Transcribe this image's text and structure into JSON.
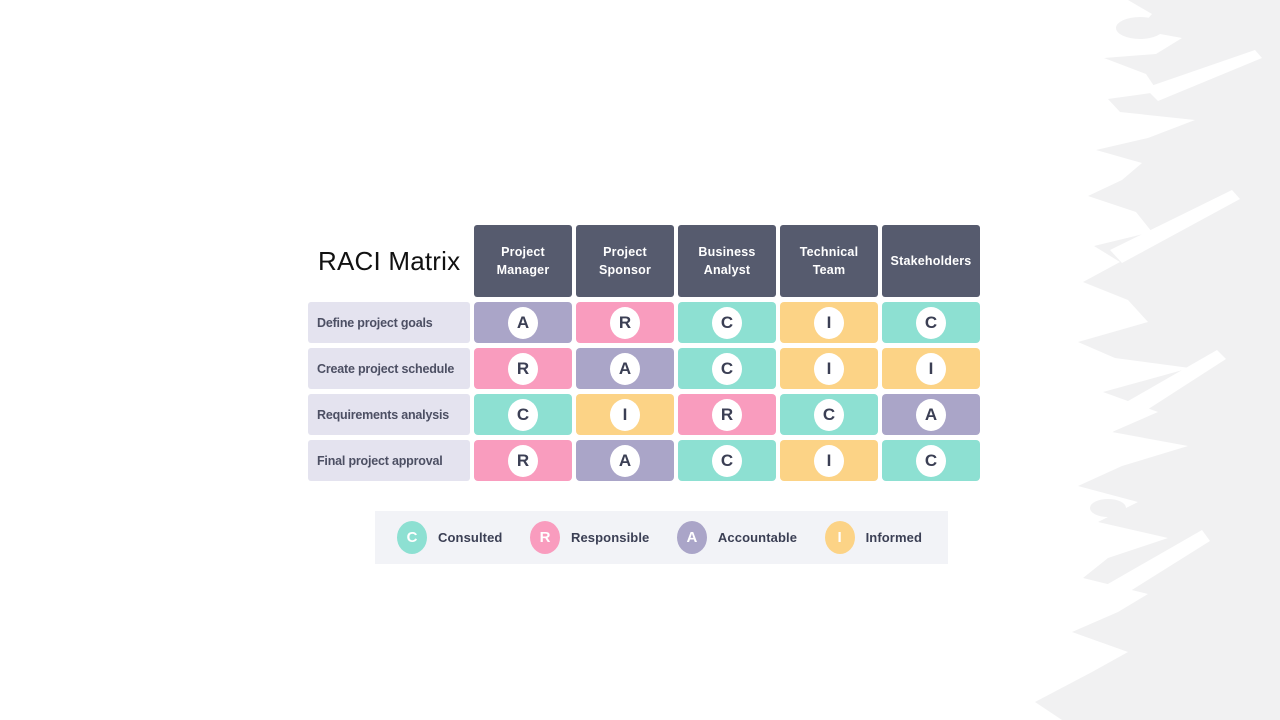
{
  "title": "RACI Matrix",
  "matrix": {
    "columns": [
      "Project Manager",
      "Project Sponsor",
      "Business Analyst",
      "Technical Team",
      "Stakeholders"
    ],
    "rows": [
      {
        "label": "Define project goals",
        "cells": [
          "A",
          "R",
          "C",
          "I",
          "C"
        ]
      },
      {
        "label": "Create project schedule",
        "cells": [
          "R",
          "A",
          "C",
          "I",
          "I"
        ]
      },
      {
        "label": "Requirements analysis",
        "cells": [
          "C",
          "I",
          "R",
          "C",
          "A"
        ]
      },
      {
        "label": "Final project approval",
        "cells": [
          "R",
          "A",
          "C",
          "I",
          "C"
        ]
      }
    ]
  },
  "legend": {
    "items": [
      {
        "letter": "C",
        "label": "Consulted"
      },
      {
        "letter": "R",
        "label": "Responsible"
      },
      {
        "letter": "A",
        "label": "Accountable"
      },
      {
        "letter": "I",
        "label": "Informed"
      }
    ]
  },
  "colors": {
    "C": "#8de0d2",
    "R": "#f99cbe",
    "A": "#aaa5c8",
    "I": "#fcd386",
    "header_bg": "#565b6e",
    "header_text": "#ffffff",
    "row_label_bg": "#e4e3ef",
    "row_label_text": "#4c4f63",
    "cell_letter": "#3b3f54",
    "circle_bg": "#ffffff",
    "legend_bg": "#f2f3f7",
    "legend_text": "#3b3f54",
    "legend_letter": "#ffffff",
    "background": "#ffffff",
    "brush": "#f1f1f2",
    "title_text": "#111111"
  }
}
